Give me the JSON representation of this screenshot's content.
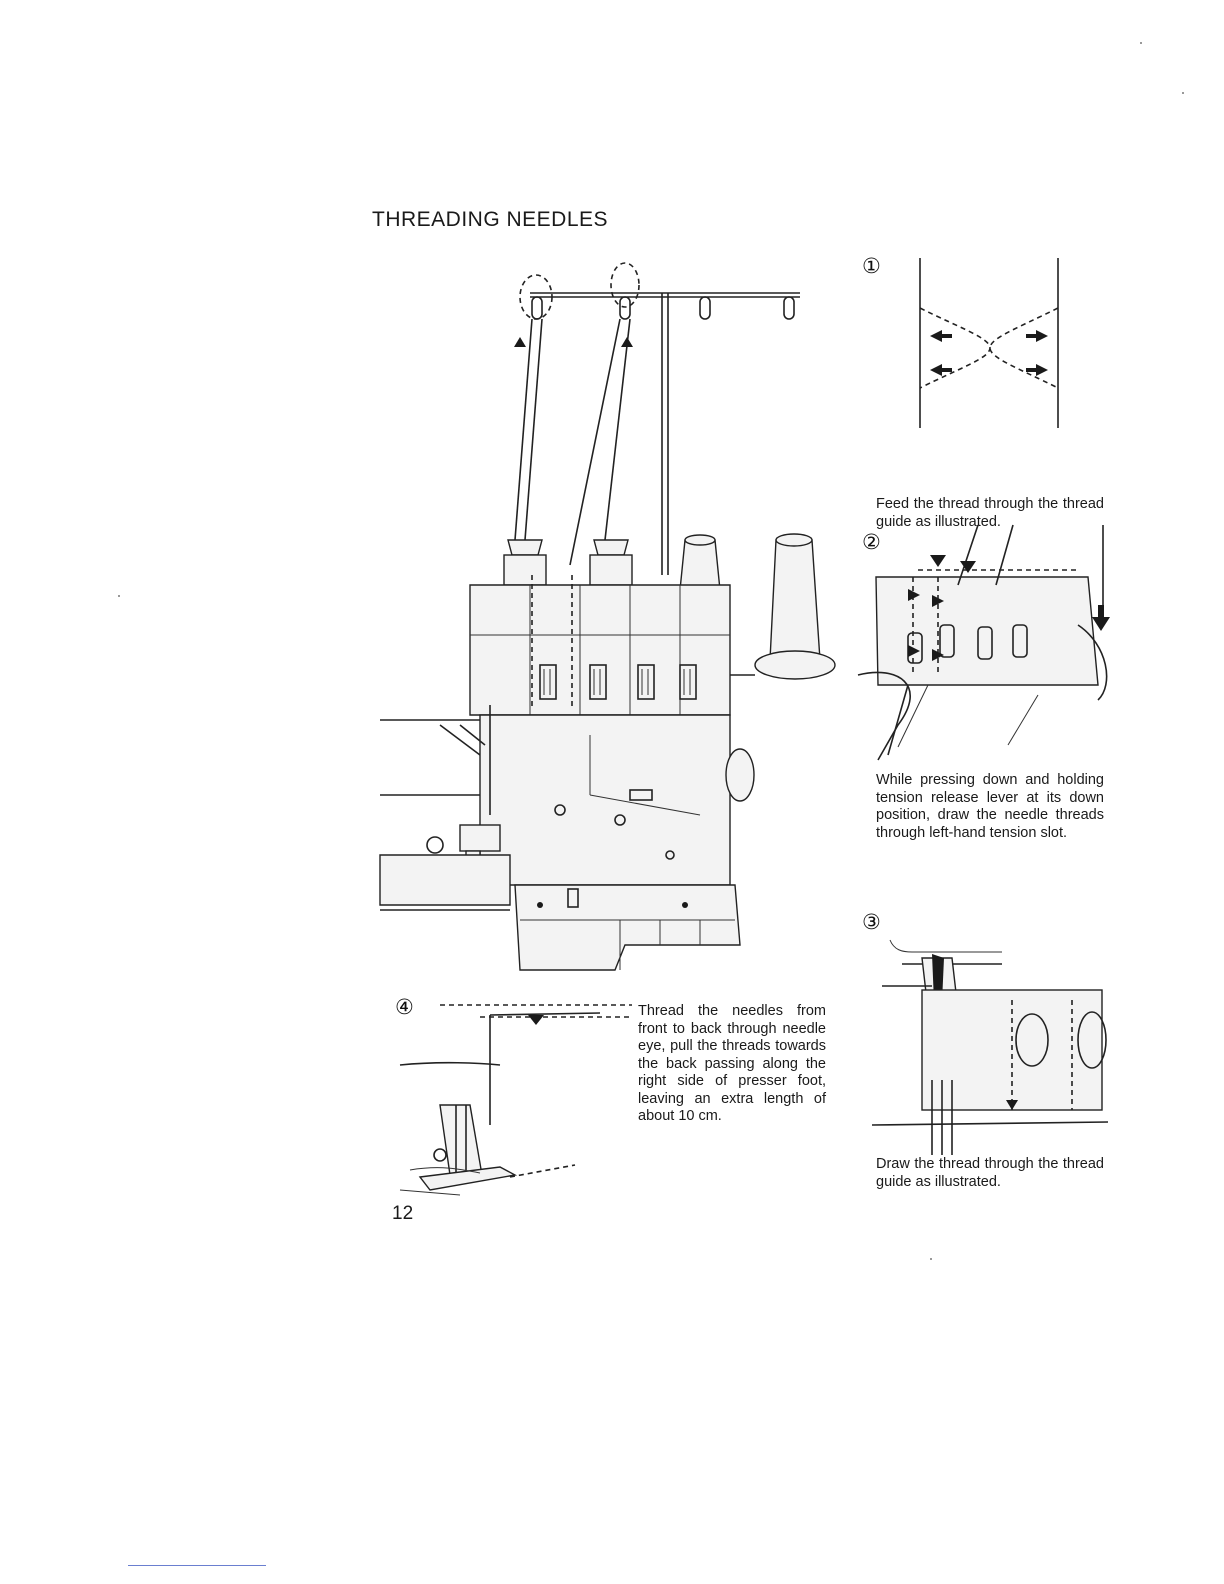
{
  "page": {
    "title": "THREADING NEEDLES",
    "page_number": "12"
  },
  "steps": [
    {
      "number": "①",
      "text": "Feed the thread through the thread guide as illustrated."
    },
    {
      "number": "②",
      "text": "While pressing down and holding tension release lever at its down position, draw the needle threads through left-hand tension slot."
    },
    {
      "number": "③",
      "text": "Draw the thread through the thread guide as illustrated."
    },
    {
      "number": "④",
      "text": "Thread the needles from front to back through needle eye, pull the threads towards the back passing along the right side of presser foot, leaving an extra length of about 10 cm."
    }
  ]
}
